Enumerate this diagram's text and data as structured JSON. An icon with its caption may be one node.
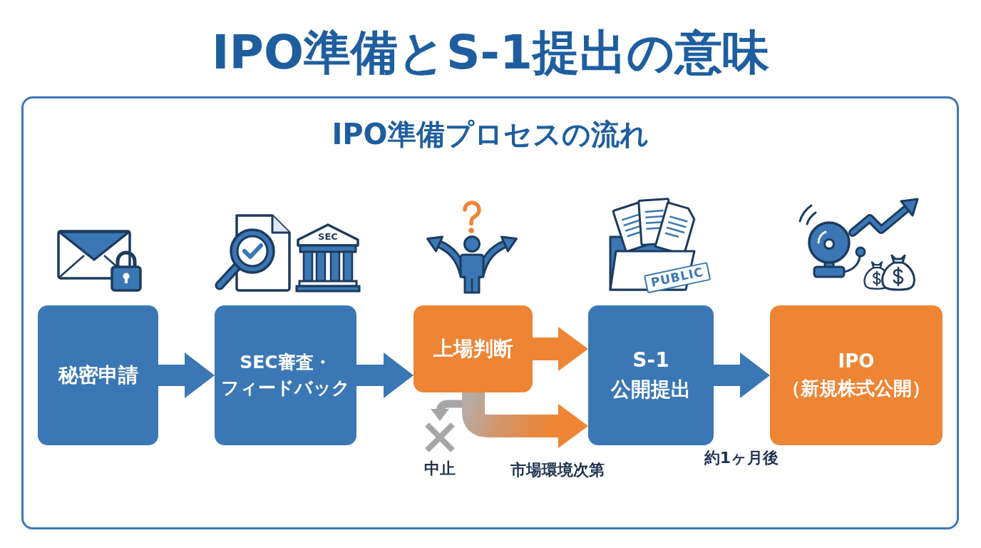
{
  "diagram": {
    "title": "IPO準備とS-1提出の意味",
    "nodes": [
      {
        "text": [
          "IPO準備プロセスの流れ"
        ]
      },
      {
        "text": [
          "秘密申請"
        ],
        "in": 0
      },
      {
        "text": [
          "SEC審査・フィードバック"
        ],
        "in": 0
      },
      {
        "text": [
          "上場判断"
        ],
        "in": 0
      },
      {
        "text": [
          "S-1 公開提出"
        ],
        "in": 0
      },
      {
        "text": [
          "IPO（新規株式公開）"
        ],
        "in": 0
      },
      {
        "text": [
          "中止"
        ],
        "in": 0
      }
    ],
    "edges": [
      {
        "from": 1,
        "to": 2,
        "arrow": "to"
      },
      {
        "from": 2,
        "to": 3,
        "arrow": "to"
      },
      {
        "from": 3,
        "to": 4,
        "arrow": "to",
        "color": "#ed8535"
      },
      {
        "from": 3,
        "to": 4,
        "arrow": "to",
        "label": "市場環境次第",
        "color": "#ed8535"
      },
      {
        "from": 3,
        "to": 6,
        "arrow": "to",
        "color": "#a6a6a6"
      },
      {
        "from": 4,
        "to": 5,
        "arrow": "to",
        "label": "約1ヶ月後"
      }
    ],
    "labels": [
      "SEC",
      "PUBLIC"
    ]
  }
}
